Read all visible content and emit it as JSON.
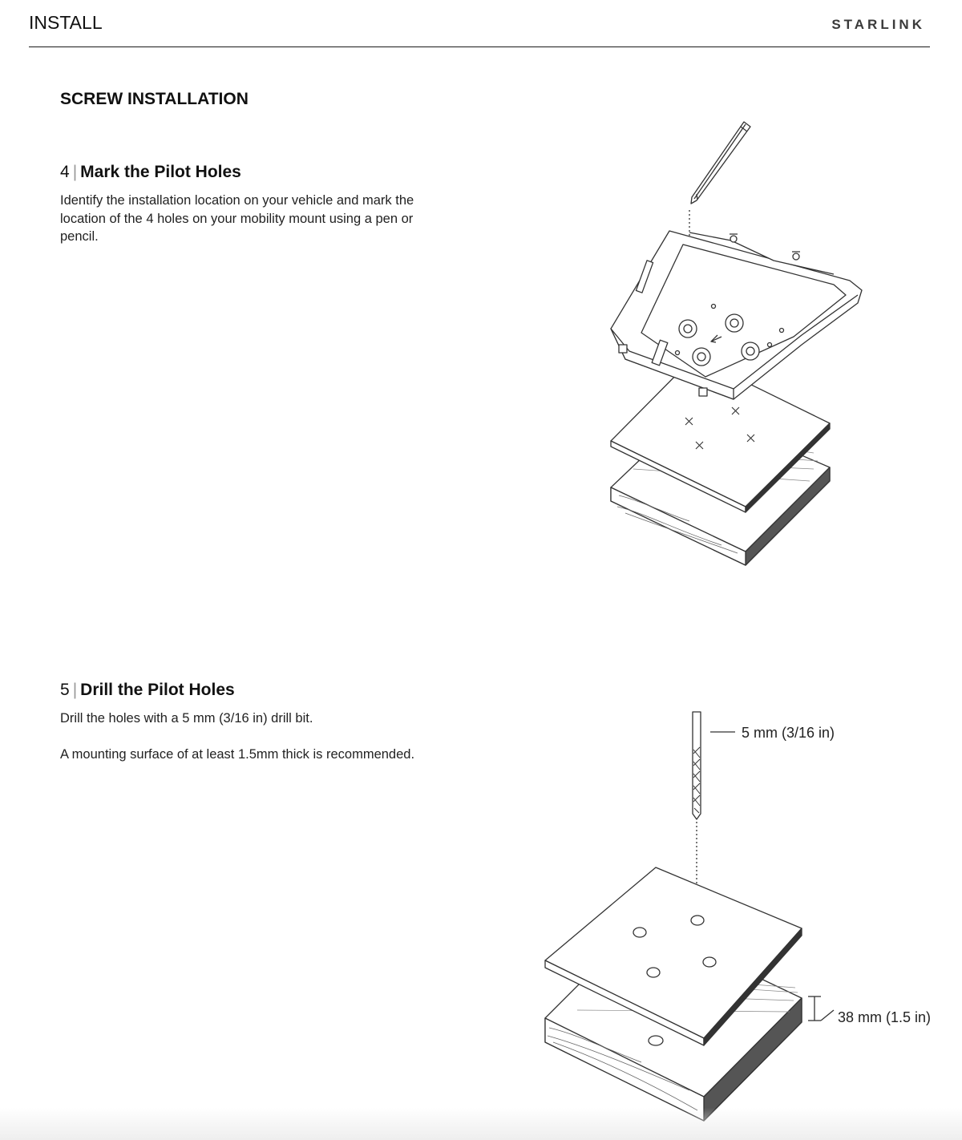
{
  "header": {
    "section": "INSTALL",
    "brand": "STARLINK"
  },
  "subhead": "SCREW INSTALLATION",
  "steps": [
    {
      "number": "4",
      "title": "Mark the Pilot Holes",
      "paragraphs": [
        "Identify the installation location on your vehicle and mark the location of the 4 holes on your mobility mount using a pen or pencil."
      ]
    },
    {
      "number": "5",
      "title": "Drill the Pilot Holes",
      "paragraphs": [
        "Drill the holes with a 5 mm (3/16 in) drill bit.",
        "A mounting surface of at least 1.5mm thick is recommended."
      ]
    }
  ],
  "illustrations": {
    "drill_bit_label": "5 mm (3/16 in)",
    "thickness_label": "38 mm (1.5 in)"
  },
  "colors": {
    "text": "#1a1a1a",
    "line": "#333333",
    "wood_edge": "#4a4a4a",
    "brand": "#3a3a3a"
  }
}
